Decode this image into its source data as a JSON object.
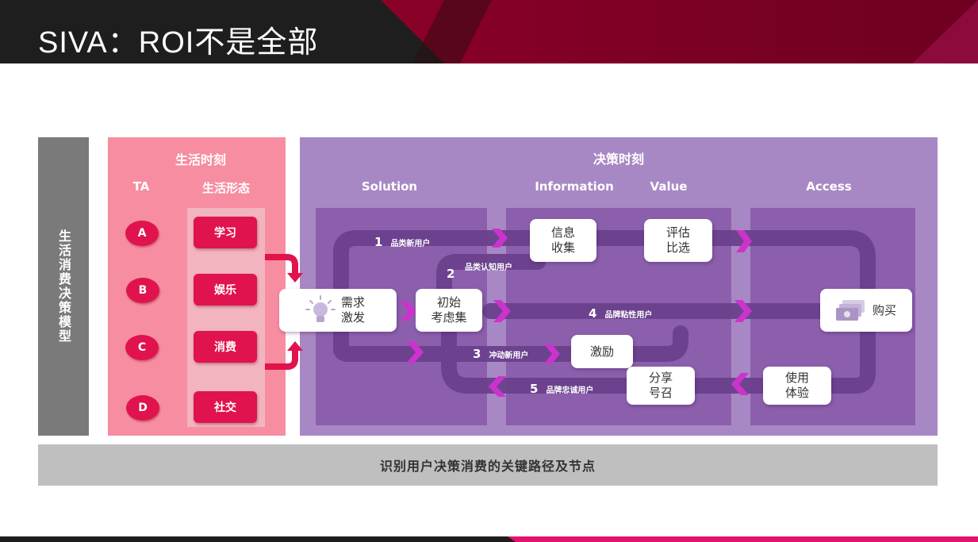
{
  "title": "SIVA：ROI不是全部",
  "colors": {
    "header_dark": "#1e1e1e",
    "header_accent": "#7d0025",
    "pink_panel": "#f78da0",
    "purple_panel": "#a888c4",
    "purple_column": "#8c5fad",
    "magenta": "#e0134e",
    "arrow": "#cc33cc",
    "path": "#6a3f8c"
  },
  "side_label": "生活消费决策模型",
  "life": {
    "title": "生活时刻",
    "ta_header": "TA",
    "forms_header": "生活形态",
    "ta": [
      "A",
      "B",
      "C",
      "D"
    ],
    "forms": [
      "学习",
      "娱乐",
      "消费",
      "社交"
    ]
  },
  "decision": {
    "title": "决策时刻",
    "columns": [
      "Solution",
      "Information",
      "Value",
      "Access"
    ],
    "nodes": {
      "need": "需求\n激发",
      "consider": "初始\n考虑集",
      "info": "信息\n收集",
      "evaluate": "评估\n比选",
      "incentive": "激励",
      "share": "分享\n号召",
      "use": "使用\n体验",
      "buy": "购买"
    },
    "paths": [
      {
        "num": "1",
        "label": "品类新用户"
      },
      {
        "num": "2",
        "label": "品类认知用户"
      },
      {
        "num": "3",
        "label": "冲动新用户"
      },
      {
        "num": "4",
        "label": "品牌粘性用户"
      },
      {
        "num": "5",
        "label": "品牌忠诚用户"
      }
    ]
  },
  "bottom": "识别用户决策消费的关键路径及节点",
  "icons": {
    "need": "lightbulb-icon",
    "buy": "money-icon",
    "path_arrow": "chevron-right-icon"
  }
}
